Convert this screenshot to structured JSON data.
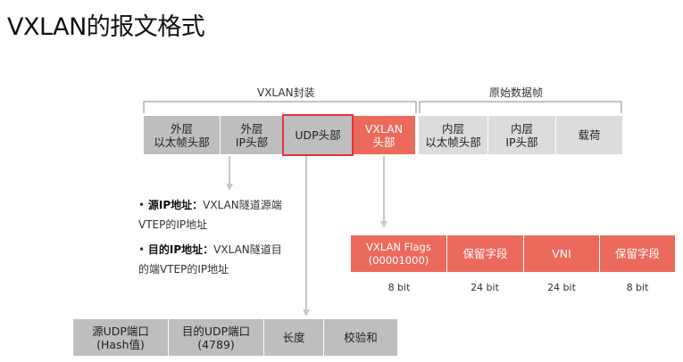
{
  "title": "VXLAN的报文格式",
  "braces": {
    "vxlan_encap": "VXLAN封装",
    "original_frame": "原始数据帧"
  },
  "packet_fields": [
    {
      "label": "外层\n以太帧头部"
    },
    {
      "label": "外层\nIP头部"
    },
    {
      "label": "UDP头部"
    },
    {
      "label": "VXLAN\n头部"
    },
    {
      "label": "内层\n以太帧头部"
    },
    {
      "label": "内层\nIP头部"
    },
    {
      "label": "载荷"
    }
  ],
  "ip_notes": [
    {
      "term": "源IP地址：",
      "text": "VXLAN隧道源端\nVTEP的IP地址"
    },
    {
      "term": "目的IP地址：",
      "text": "VXLAN隧道目\n的端VTEP的IP地址"
    }
  ],
  "vxlan_header": [
    {
      "label": "VXLAN Flags\n(00001000)",
      "bits": "8 bit"
    },
    {
      "label": "保留字段",
      "bits": "24 bit"
    },
    {
      "label": "VNI",
      "bits": "24 bit"
    },
    {
      "label": "保留字段",
      "bits": "8 bit"
    }
  ],
  "udp_header": [
    {
      "label": "源UDP端口\n(Hash值)"
    },
    {
      "label": "目的UDP端口\n(4789)"
    },
    {
      "label": "长度"
    },
    {
      "label": "校验和"
    }
  ],
  "colors": {
    "red": "#ec6a5c",
    "gray_dark": "#bebebe",
    "gray_light": "#dcdcdc",
    "highlight": "#e0343a"
  }
}
